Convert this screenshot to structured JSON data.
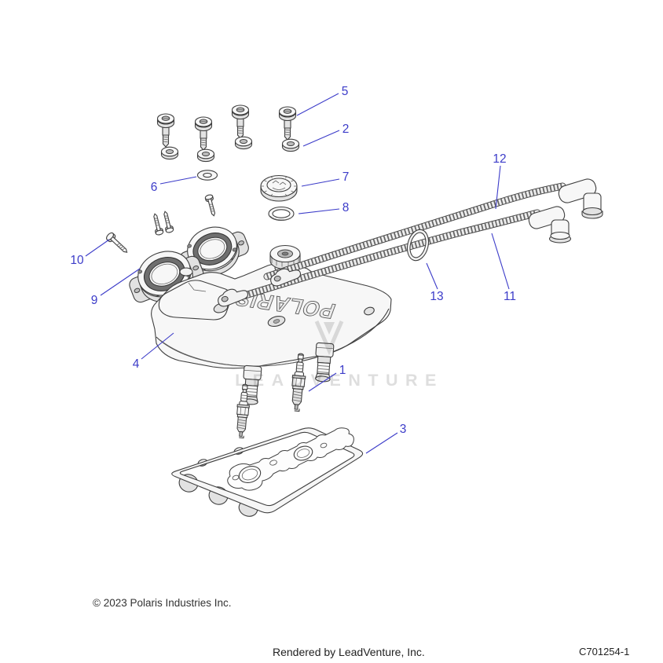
{
  "page": {
    "background_color": "#ffffff"
  },
  "diagram": {
    "callout_color": "#3c3cc9",
    "line_color": "#3f3f3f",
    "cover_brand_text": "POLARIS",
    "callouts": {
      "c1": "1",
      "c2": "2",
      "c3": "3",
      "c4": "4",
      "c5": "5",
      "c6": "6",
      "c7": "7",
      "c8": "8",
      "c9": "9",
      "c10": "10",
      "c11": "11",
      "c12": "12",
      "c13": "13"
    }
  },
  "watermark": {
    "text": "LEADVENTURE"
  },
  "footer": {
    "copyright": "© 2023 Polaris Industries Inc.",
    "rendered_by": "Rendered by LeadVenture, Inc.",
    "drawing_number": "C701254-1"
  }
}
